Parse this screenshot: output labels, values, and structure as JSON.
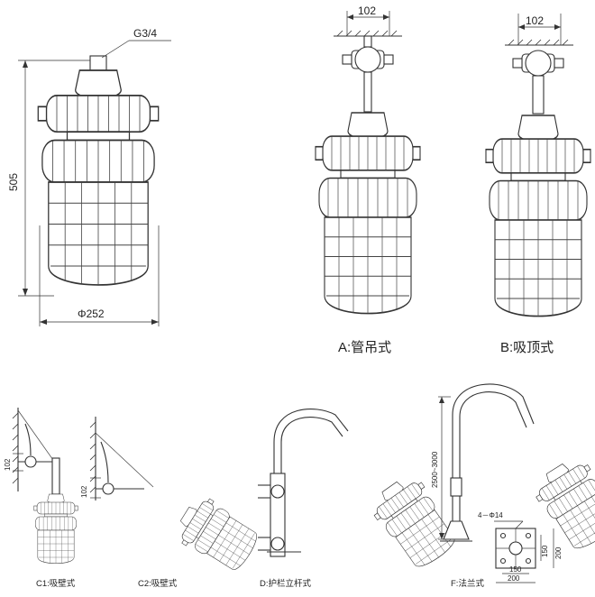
{
  "dimensions": {
    "thread": "G3/4",
    "height": "505",
    "diameter": "Φ252",
    "ceiling_width": "102",
    "wall_bracket_height": "102",
    "pole_height": "2500~3000",
    "flange_holes": "4－Φ14",
    "flange_inner": "150",
    "flange_outer": "200"
  },
  "captions": {
    "pipe_hanging": "A:管吊式",
    "ceiling_mount": "B:吸顶式",
    "wall_mount_1": "C1:吸壁式",
    "wall_mount_2": "C2:吸壁式",
    "railing_pole": "D:护栏立杆式",
    "flange_mount": "F:法兰式"
  }
}
